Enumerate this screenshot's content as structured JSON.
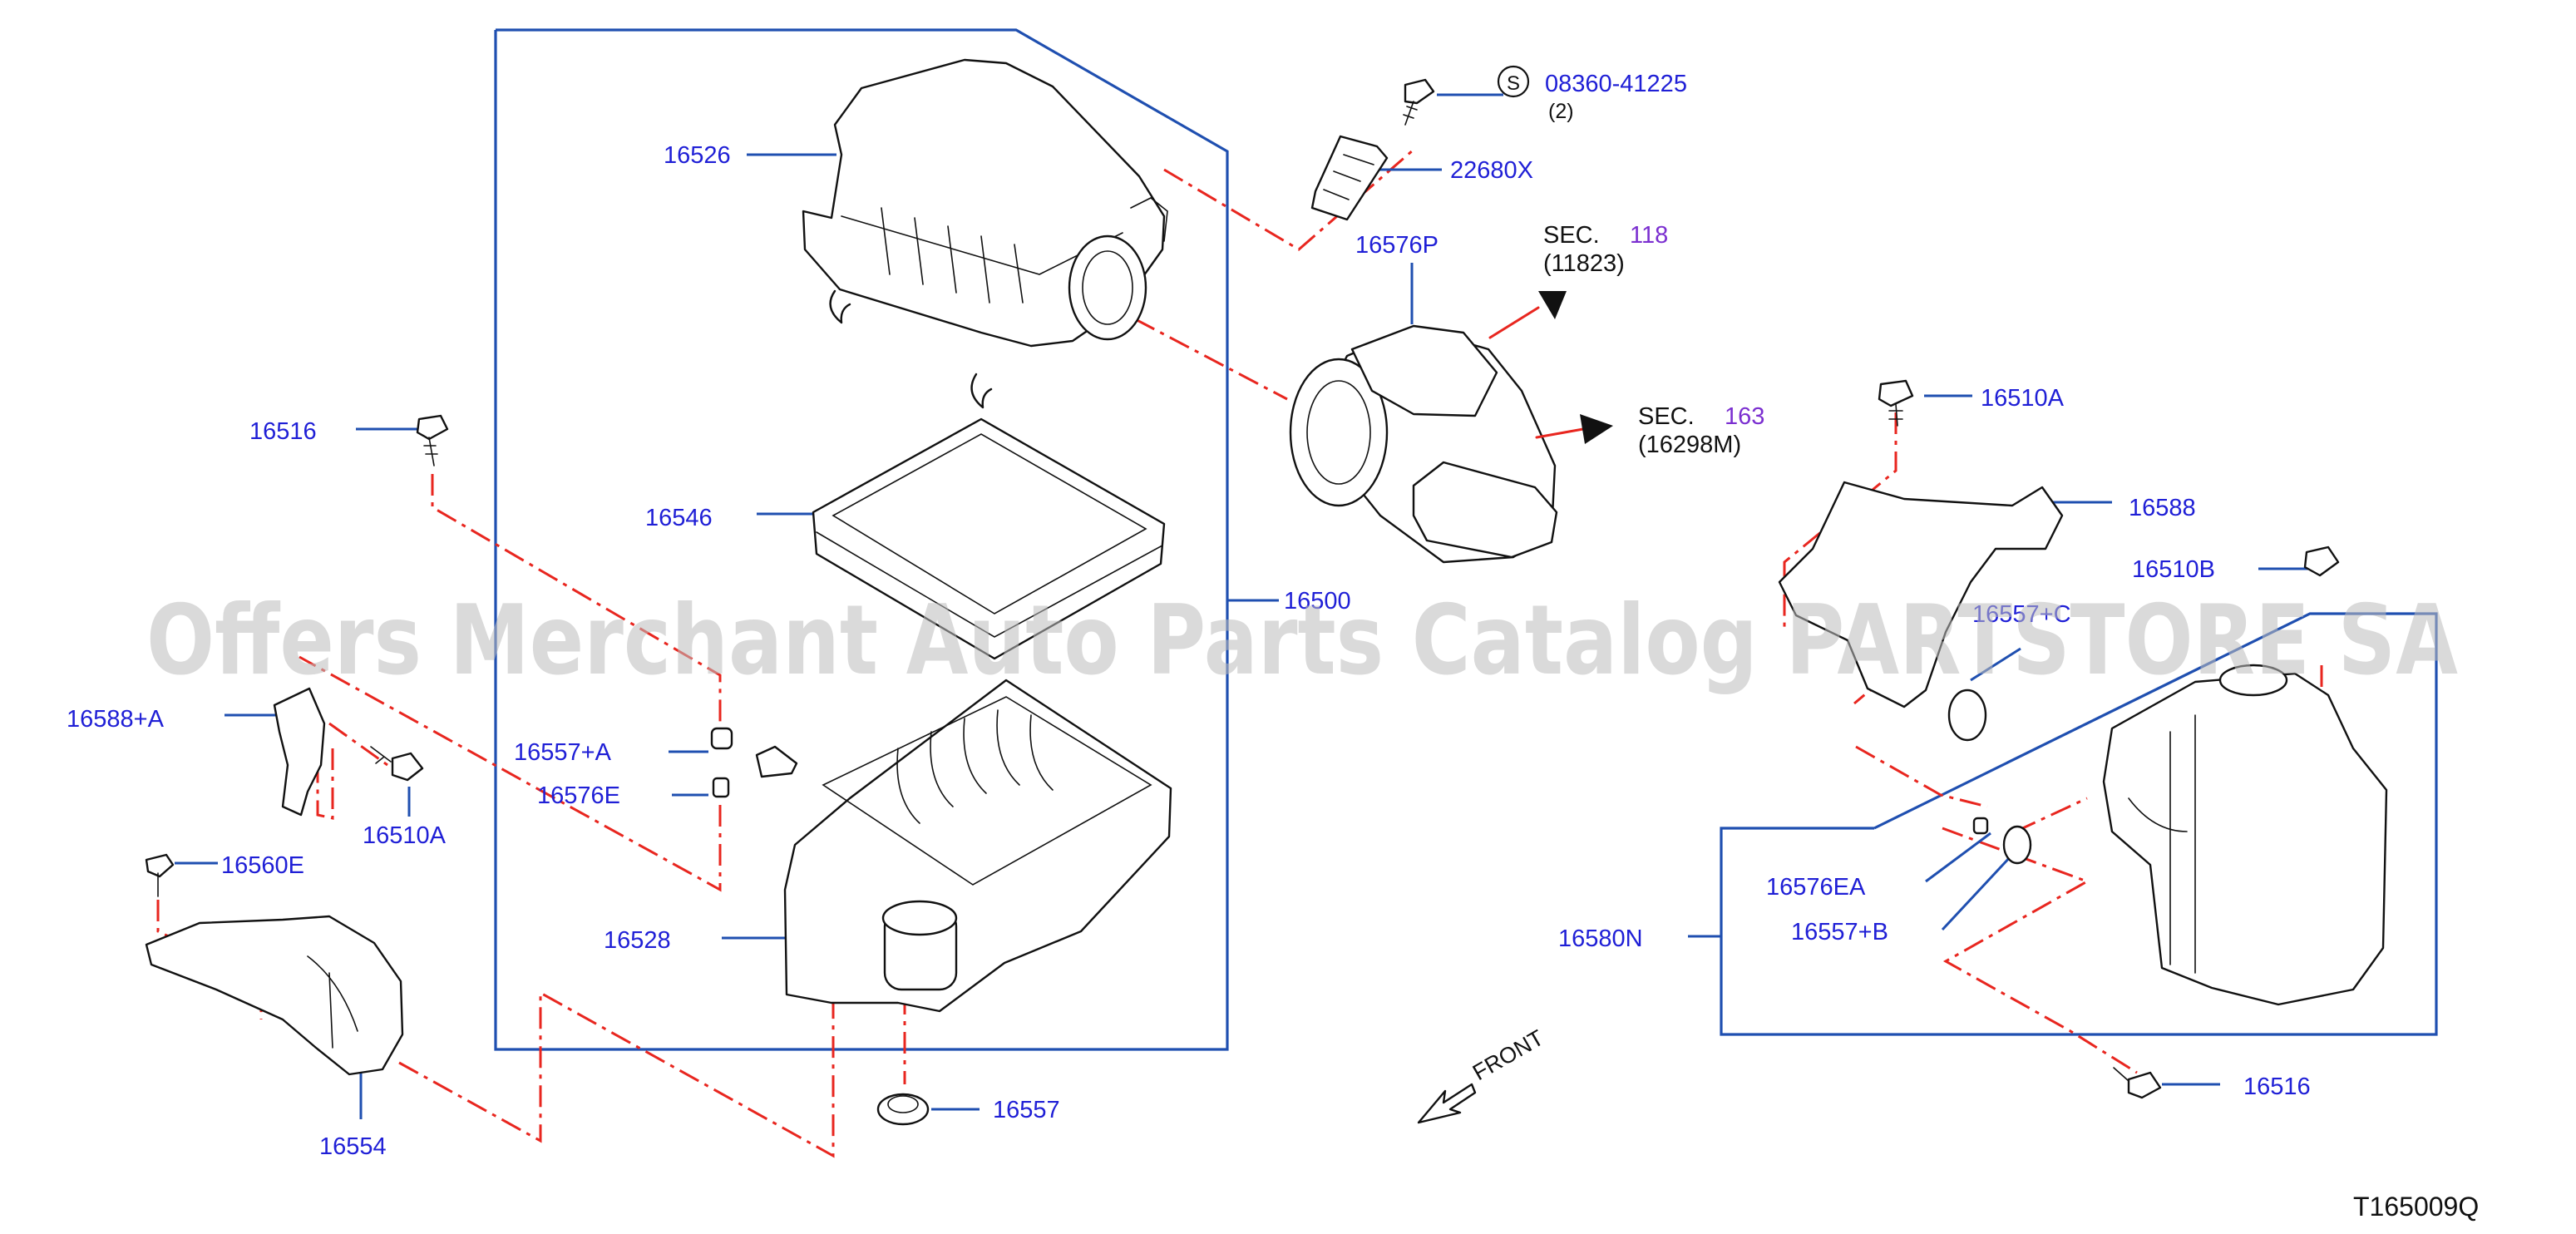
{
  "watermark": "Offers Merchant Auto Parts Catalog PARTSTORE SA",
  "diagram_id": "T165009Q",
  "front_label": "FRONT",
  "standard_part": {
    "circle": "S",
    "number": "08360-41225",
    "qty": "(2)"
  },
  "sections": [
    {
      "prefix": "SEC.",
      "number": "118",
      "sub": "(11823)"
    },
    {
      "prefix": "SEC.",
      "number": "163",
      "sub": "(16298M)"
    }
  ],
  "callouts": [
    "16526",
    "22680X",
    "16576P",
    "16516",
    "16546",
    "16500",
    "16588+A",
    "16510A",
    "16557+A",
    "16576E",
    "16560E",
    "16528",
    "16554",
    "16557",
    "16510A",
    "16588",
    "16510B",
    "16557+C",
    "16576EA",
    "16557+B",
    "16580N",
    "16516"
  ]
}
